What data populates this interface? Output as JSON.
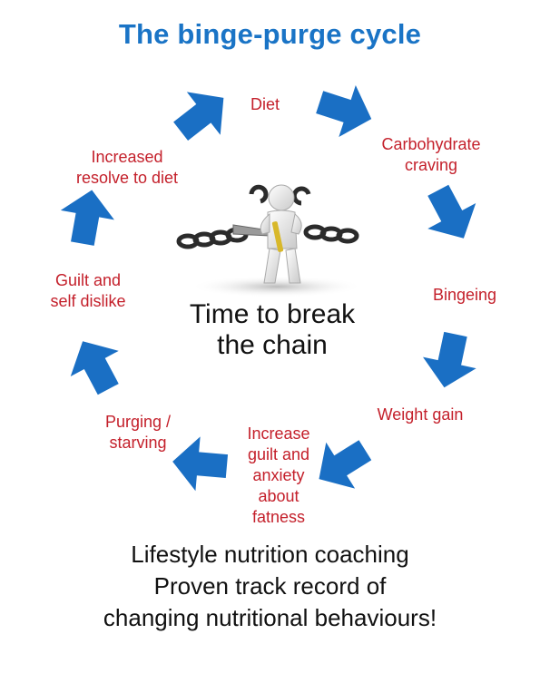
{
  "title": "The binge-purge cycle",
  "colors": {
    "title": "#1a74c6",
    "step_text": "#c4202b",
    "arrow": "#1a6fc4",
    "body_text": "#111111"
  },
  "cycle": {
    "diet": [
      "Diet"
    ],
    "carbohydrate_craving": [
      "Carbohydrate",
      "craving"
    ],
    "bingeing": [
      "Bingeing"
    ],
    "weight_gain": [
      "Weight gain"
    ],
    "increase_guilt": [
      "Increase",
      "guilt and",
      "anxiety",
      "about",
      "fatness"
    ],
    "purging": [
      "Purging /",
      "starving"
    ],
    "guilt": [
      "Guilt and",
      "self dislike"
    ],
    "resolve": [
      "Increased",
      "resolve to diet"
    ]
  },
  "center": [
    "Time to break",
    "the chain"
  ],
  "footer": [
    "Lifestyle nutrition coaching",
    "Proven track record of",
    "changing nutritional behaviours!"
  ],
  "icons": {
    "arrow": "curved-arrow-icon",
    "illustration": "figure-breaking-chain-icon"
  }
}
